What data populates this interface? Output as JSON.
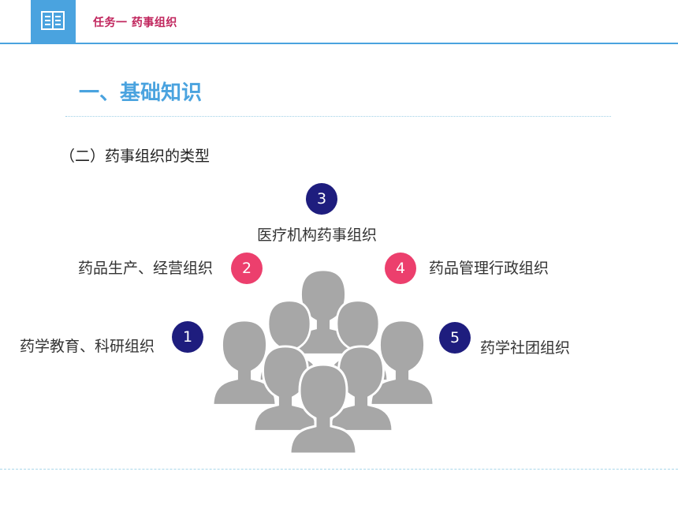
{
  "header": {
    "task_title": "任务一  药事组织",
    "icon": "book-icon"
  },
  "section": {
    "title": "一、基础知识",
    "subtitle": "（二）药事组织的类型"
  },
  "types": [
    {
      "number": "1",
      "label": "药学教育、科研组织"
    },
    {
      "number": "2",
      "label": "药品生产、经营组织"
    },
    {
      "number": "3",
      "label": "医疗机构药事组织"
    },
    {
      "number": "4",
      "label": "药品管理行政组织"
    },
    {
      "number": "5",
      "label": "药学社团组织"
    }
  ],
  "colors": {
    "accent_blue": "#4aa3df",
    "title_red": "#c0245c",
    "navy": "#1e1d7e",
    "pink": "#ec3f6d",
    "people_gray": "#a7a7a7"
  },
  "center_graphic": "people-group-icon"
}
